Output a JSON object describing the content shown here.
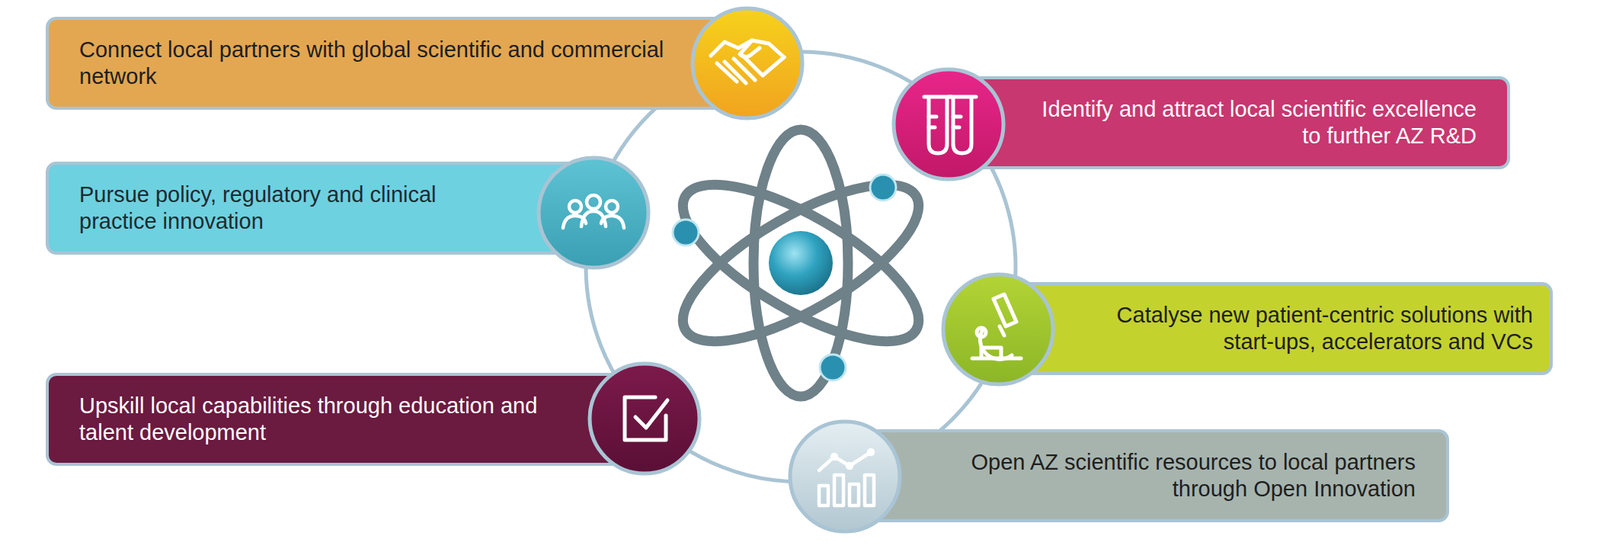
{
  "diagram": {
    "nodes": [
      {
        "text": [
          "Connect local partners with global scientific and commercial network"
        ]
      },
      {
        "text": [
          "Identify and attract local scientific excellence to further AZ R&D"
        ]
      },
      {
        "text": [
          "Pursue policy, regulatory and clinical practice innovation"
        ]
      },
      {
        "text": [
          "Catalyse new patient-centric solutions with start-ups, accelerators and VCs"
        ]
      },
      {
        "text": [
          "Upskill local capabilities through education and talent development"
        ]
      },
      {
        "text": [
          "Open AZ scientific resources to local partners through Open Innovation"
        ]
      }
    ]
  }
}
